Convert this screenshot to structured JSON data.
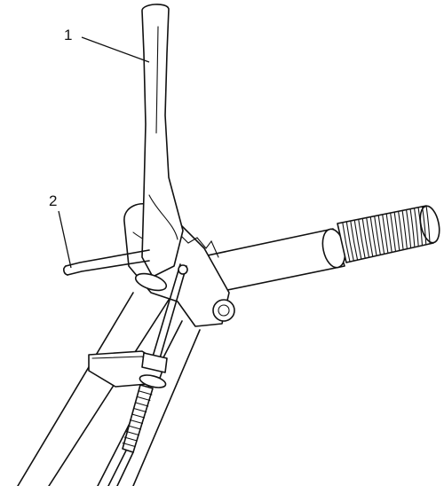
{
  "callouts": [
    {
      "number": "1",
      "part": "lever"
    },
    {
      "number": "2",
      "part": "pin"
    }
  ]
}
